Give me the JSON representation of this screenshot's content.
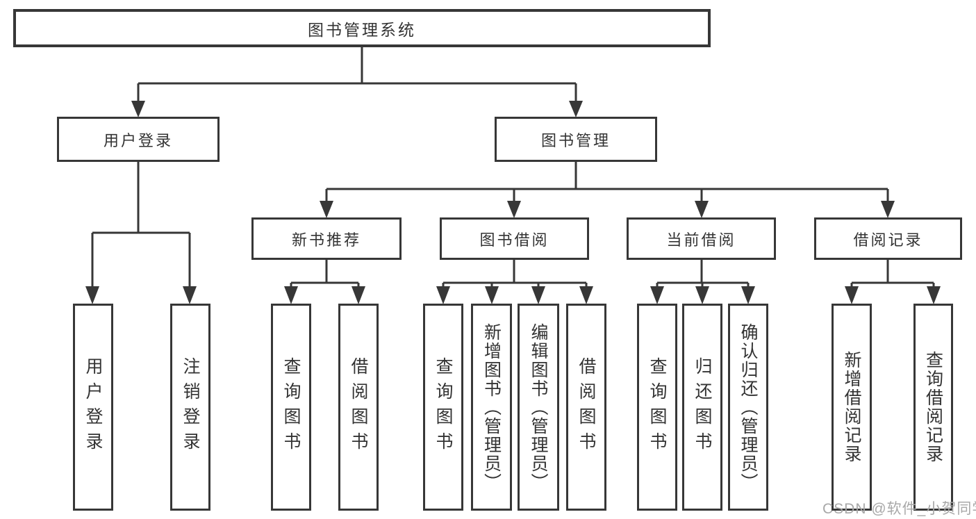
{
  "colors": {
    "line": "#373737",
    "text": "#333333",
    "box-bg": "#ffffff",
    "watermark": "#a8a8a8"
  },
  "watermark": {
    "text": "CSDN @软件_小贺同学"
  },
  "diagram": {
    "root": {
      "label": "图书管理系统"
    },
    "branches": [
      {
        "label": "用户登录",
        "children": [
          {
            "label": "用户登录"
          },
          {
            "label": "注销登录"
          }
        ]
      },
      {
        "label": "图书管理",
        "children": [
          {
            "label": "新书推荐",
            "children": [
              {
                "label": "查询图书"
              },
              {
                "label": "借阅图书"
              }
            ]
          },
          {
            "label": "图书借阅",
            "children": [
              {
                "label": "查询图书"
              },
              {
                "label": "新增图书（管理员）"
              },
              {
                "label": "编辑图书（管理员）"
              },
              {
                "label": "借阅图书"
              }
            ]
          },
          {
            "label": "当前借阅",
            "children": [
              {
                "label": "查询图书"
              },
              {
                "label": "归还图书"
              },
              {
                "label": "确认归还（管理员）"
              }
            ]
          },
          {
            "label": "借阅记录",
            "children": [
              {
                "label": "新增借阅记录"
              },
              {
                "label": "查询借阅记录"
              }
            ]
          }
        ]
      }
    ]
  }
}
